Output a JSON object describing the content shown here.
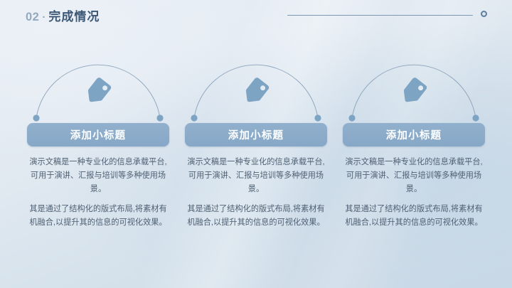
{
  "header": {
    "number": "02",
    "separator": "·",
    "title": "完成情况",
    "rule_icon": "horizontal-rule",
    "end_dot_icon": "ring-dot"
  },
  "theme": {
    "background_from": "#e7edf4",
    "background_to": "#c8d8e6",
    "accent": "#86a7c6",
    "title_text": "#3c5876",
    "number_text": "#93a9bd",
    "body_text": "#4e5f72",
    "arc_stroke": "#7d97b2",
    "icon_fill": "#7ea4c4"
  },
  "columns": [
    {
      "icon": "price-tag-icon",
      "arc_icon": "arc-connector",
      "left_dot_icon": "arc-end-dot",
      "right_dot_icon": "arc-end-dot",
      "title": "添加小标题",
      "paragraphs": [
        "演示文稿是一种专业化的信息承载平台,可用于演讲、汇报与培训等多种使用场景。",
        "其是通过了结构化的版式布局,将素材有机融合,以提升其的信息的可视化效果。"
      ]
    },
    {
      "icon": "price-tag-icon",
      "arc_icon": "arc-connector",
      "left_dot_icon": "arc-end-dot",
      "right_dot_icon": "arc-end-dot",
      "title": "添加小标题",
      "paragraphs": [
        "演示文稿是一种专业化的信息承载平台,可用于演讲、汇报与培训等多种使用场景。",
        "其是通过了结构化的版式布局,将素材有机融合,以提升其的信息的可视化效果。"
      ]
    },
    {
      "icon": "price-tag-icon",
      "arc_icon": "arc-connector",
      "left_dot_icon": "arc-end-dot",
      "right_dot_icon": "arc-end-dot",
      "title": "添加小标题",
      "paragraphs": [
        "演示文稿是一种专业化的信息承载平台,可用于演讲、汇报与培训等多种使用场景。",
        "其是通过了结构化的版式布局,将素材有机融合,以提升其的信息的可视化效果。"
      ]
    }
  ]
}
